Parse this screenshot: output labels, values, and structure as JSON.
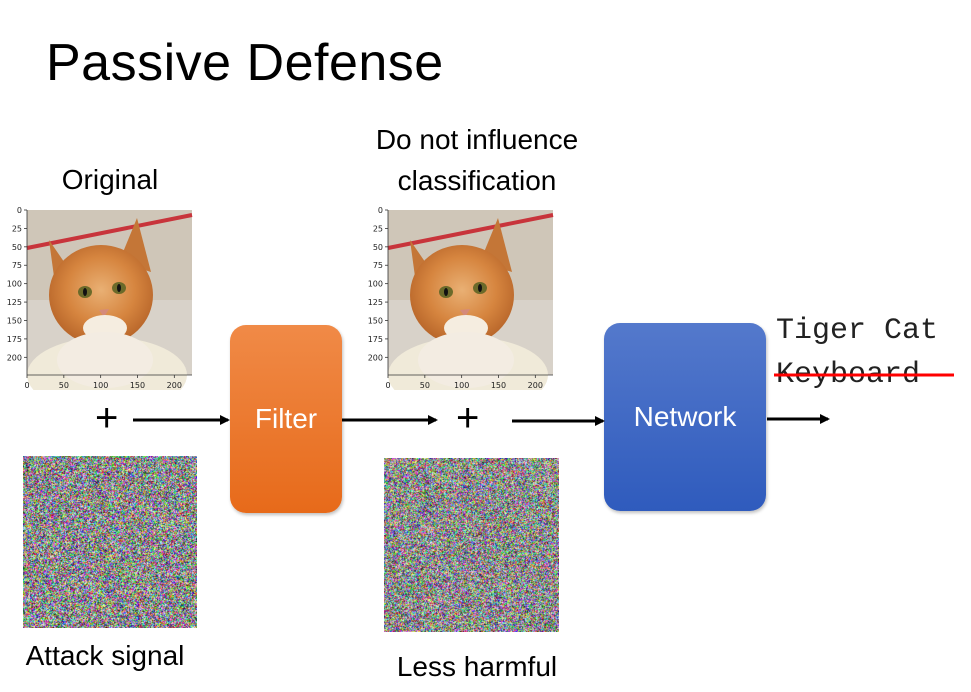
{
  "slide": {
    "title": "Passive Defense"
  },
  "labels": {
    "original": "Original",
    "no_influence_line1": "Do not influence",
    "no_influence_line2": "classification",
    "attack_signal": "Attack signal",
    "less_harmful": "Less harmful"
  },
  "boxes": {
    "filter": "Filter",
    "network": "Network"
  },
  "operators": {
    "plus": "+"
  },
  "outputs": {
    "correct": "Tiger Cat",
    "wrong": "Keyboard"
  },
  "plot_axes": {
    "y_ticks": [
      "0",
      "25",
      "50",
      "75",
      "100",
      "125",
      "150",
      "175",
      "200"
    ],
    "x_ticks": [
      "0",
      "50",
      "100",
      "150",
      "200"
    ]
  },
  "colors": {
    "filter": "#e87526",
    "network": "#3a63c4",
    "strike": "#ff0000",
    "arrow": "#000000"
  }
}
